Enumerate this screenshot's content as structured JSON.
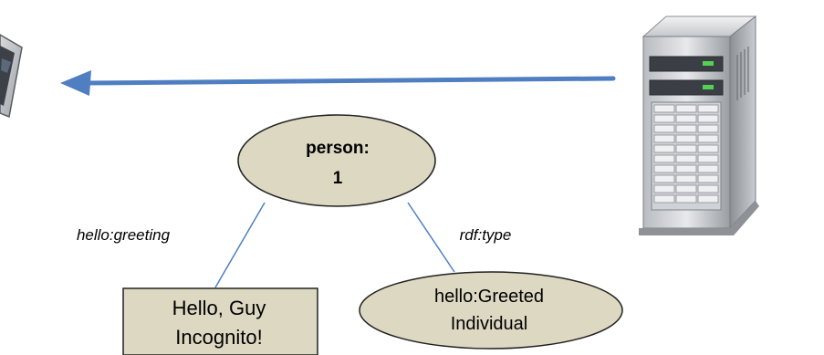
{
  "nodes": {
    "subject": {
      "line1": "person:",
      "line2": "1"
    },
    "literal": {
      "line1": "Hello, Guy",
      "line2": "Incognito!"
    },
    "type_node": {
      "line1": "hello:Greeted",
      "line2": "Individual"
    }
  },
  "edges": {
    "greeting": {
      "label": "hello:greeting"
    },
    "type": {
      "label": "rdf:type"
    }
  },
  "icons": {
    "client": "laptop-icon",
    "server": "server-tower-icon"
  },
  "colors": {
    "arrow": "#4f7fc0",
    "node_fill": "#ddd8c2",
    "node_stroke": "#222222",
    "edge_line": "#4f7fc0"
  }
}
